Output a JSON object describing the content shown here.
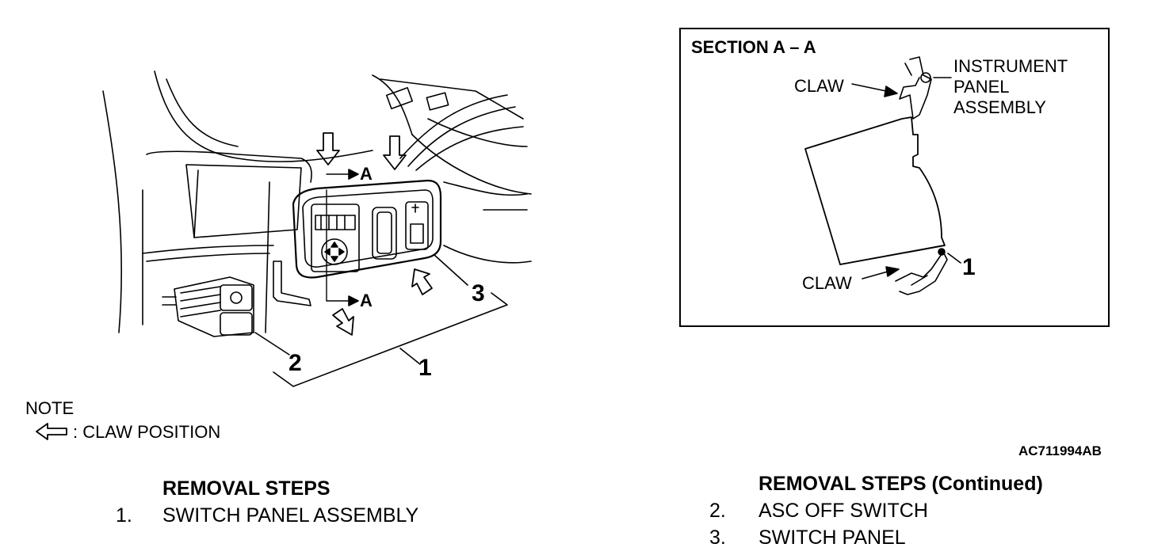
{
  "main_figure": {
    "section_marker_top": "A",
    "section_marker_bottom": "A",
    "callouts": [
      "1",
      "2",
      "3"
    ]
  },
  "section_view": {
    "title": "SECTION A – A",
    "claw_top": "CLAW",
    "claw_bottom": "CLAW",
    "panel_label_lines": [
      "INSTRUMENT",
      "PANEL",
      "ASSEMBLY"
    ],
    "callout": "1"
  },
  "note": {
    "heading": "NOTE",
    "legend_text": ": CLAW POSITION",
    "legend_icon": "hollow-left-arrow-icon"
  },
  "figure_code": "AC711994AB",
  "removal_steps": {
    "heading": "REMOVAL STEPS",
    "items": [
      {
        "num": "1.",
        "label": "SWITCH PANEL ASSEMBLY"
      }
    ]
  },
  "removal_steps_continued": {
    "heading": "REMOVAL STEPS (Continued)",
    "items": [
      {
        "num": "2.",
        "label": "ASC OFF SWITCH"
      },
      {
        "num": "3.",
        "label": "SWITCH PANEL"
      }
    ]
  }
}
